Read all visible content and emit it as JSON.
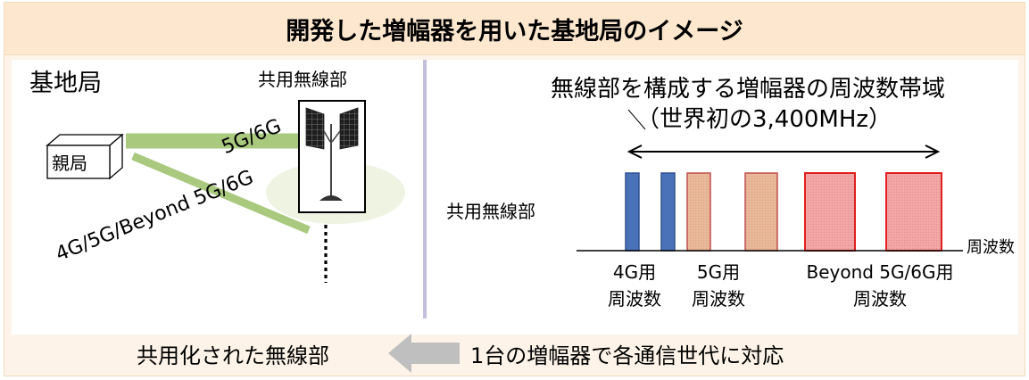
{
  "title": "開発した増幅器を用いた基地局のイメージ",
  "left_panel": {
    "station_label": "基地局",
    "shared_radio_label": "共用無線部",
    "parent_station": "親局",
    "link_upper": "5G/6G",
    "link_lower": "4G/5G/Beyond 5G/6G"
  },
  "right_panel": {
    "heading_line1": "無線部を構成する増幅器の周波数帯域",
    "heading_line2": "（世界初の3,400MHz）",
    "shared_radio_label": "共用無線部",
    "axis_label": "周波数",
    "band_groups": [
      {
        "line1": "4G用",
        "line2": "周波数"
      },
      {
        "line1": "5G用",
        "line2": "周波数"
      },
      {
        "line1": "Beyond 5G/6G用",
        "line2": "周波数"
      }
    ]
  },
  "footer": {
    "left_text": "共用化された無線部",
    "right_text": "1台の増幅器で各通信世代に対応"
  },
  "colors": {
    "background": "#fdf3e8",
    "title_bar": "#fde8cf",
    "link_line": "#a9c97f",
    "bar_4g": "#4a72b8",
    "bar_5g": "#e9b89a",
    "bar_6g": "#f2a6a6",
    "arrow": "#bfbfbf"
  }
}
